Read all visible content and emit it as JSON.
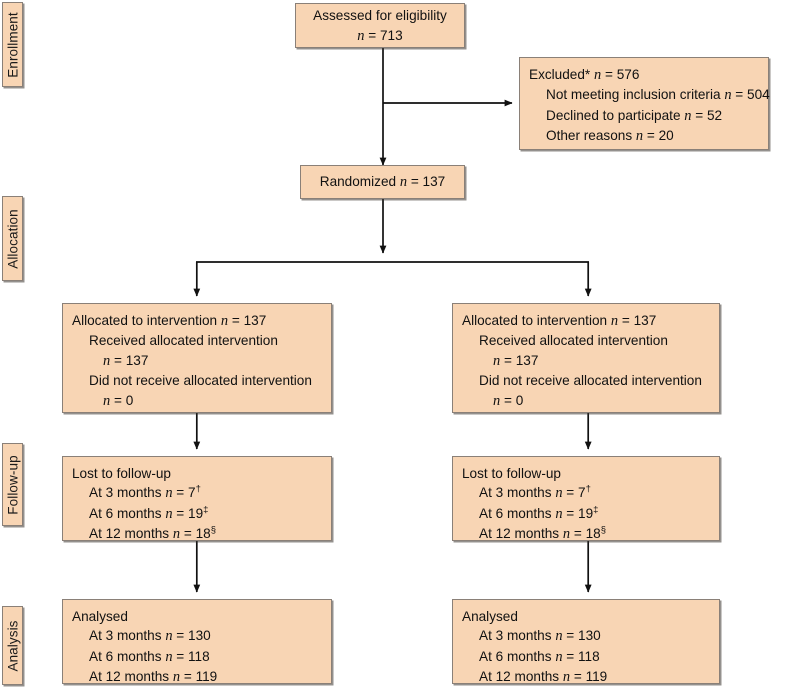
{
  "diagram": {
    "type": "consort-flow-diagram",
    "colors": {
      "box_fill": "#f8d5b4",
      "box_border": "#8a8078",
      "connector": "#111111",
      "text": "#111111",
      "background": "#ffffff"
    }
  },
  "stages": [
    {
      "id": "enrollment",
      "label": "Enrollment"
    },
    {
      "id": "allocation",
      "label": "Allocation"
    },
    {
      "id": "followup",
      "label": "Follow-up"
    },
    {
      "id": "analysis",
      "label": "Analysis"
    }
  ],
  "nodes": {
    "assessed": {
      "lines": [
        {
          "text": "Assessed for eligibility",
          "indent": 0,
          "align": "center"
        },
        {
          "text": "n = 713",
          "indent": 0,
          "align": "center",
          "italic_n": true
        }
      ]
    },
    "excluded": {
      "lines": [
        {
          "text": "Excluded* n = 576",
          "indent": 0,
          "align": "left",
          "italic_n": true
        },
        {
          "text": "Not meeting inclusion criteria n = 504",
          "indent": 1,
          "align": "left",
          "italic_n": true
        },
        {
          "text": "Declined to participate n = 52",
          "indent": 1,
          "align": "left",
          "italic_n": true
        },
        {
          "text": "Other reasons n = 20",
          "indent": 1,
          "align": "left",
          "italic_n": true
        }
      ]
    },
    "randomized": {
      "lines": [
        {
          "text": "Randomized n = 137",
          "indent": 0,
          "align": "center",
          "italic_n": true
        }
      ]
    },
    "allocated_left": {
      "lines": [
        {
          "text": "Allocated to intervention n = 137",
          "indent": 0,
          "align": "left",
          "italic_n": true
        },
        {
          "text": "Received allocated intervention",
          "indent": 1,
          "align": "left"
        },
        {
          "text": "n = 137",
          "indent": 2,
          "align": "left",
          "italic_n": true
        },
        {
          "text": "Did not receive allocated intervention",
          "indent": 1,
          "align": "left"
        },
        {
          "text": "n = 0",
          "indent": 2,
          "align": "left",
          "italic_n": true
        }
      ]
    },
    "allocated_right": {
      "lines": [
        {
          "text": "Allocated to intervention n = 137",
          "indent": 0,
          "align": "left",
          "italic_n": true
        },
        {
          "text": "Received allocated intervention",
          "indent": 1,
          "align": "left"
        },
        {
          "text": "n = 137",
          "indent": 2,
          "align": "left",
          "italic_n": true
        },
        {
          "text": "Did not receive allocated intervention",
          "indent": 1,
          "align": "left"
        },
        {
          "text": "n = 0",
          "indent": 2,
          "align": "left",
          "italic_n": true
        }
      ]
    },
    "lost_left": {
      "lines": [
        {
          "text": "Lost to follow-up",
          "indent": 0,
          "align": "left"
        },
        {
          "text": "At 3 months n = 7",
          "indent": 1,
          "align": "left",
          "italic_n": true,
          "sup": "†"
        },
        {
          "text": "At 6 months n = 19",
          "indent": 1,
          "align": "left",
          "italic_n": true,
          "sup": "‡"
        },
        {
          "text": "At 12 months n = 18",
          "indent": 1,
          "align": "left",
          "italic_n": true,
          "sup": "§"
        }
      ]
    },
    "lost_right": {
      "lines": [
        {
          "text": "Lost to follow-up",
          "indent": 0,
          "align": "left"
        },
        {
          "text": "At 3 months n = 7",
          "indent": 1,
          "align": "left",
          "italic_n": true,
          "sup": "†"
        },
        {
          "text": "At 6 months n = 19",
          "indent": 1,
          "align": "left",
          "italic_n": true,
          "sup": "‡"
        },
        {
          "text": "At 12 months n = 18",
          "indent": 1,
          "align": "left",
          "italic_n": true,
          "sup": "§"
        }
      ]
    },
    "analysed_left": {
      "lines": [
        {
          "text": "Analysed",
          "indent": 0,
          "align": "left"
        },
        {
          "text": "At 3 months n = 130",
          "indent": 1,
          "align": "left",
          "italic_n": true
        },
        {
          "text": "At 6 months n = 118",
          "indent": 1,
          "align": "left",
          "italic_n": true
        },
        {
          "text": "At 12 months n = 119",
          "indent": 1,
          "align": "left",
          "italic_n": true
        }
      ]
    },
    "analysed_right": {
      "lines": [
        {
          "text": "Analysed",
          "indent": 0,
          "align": "left"
        },
        {
          "text": "At 3 months n = 130",
          "indent": 1,
          "align": "left",
          "italic_n": true
        },
        {
          "text": "At 6 months n = 118",
          "indent": 1,
          "align": "left",
          "italic_n": true
        },
        {
          "text": "At 12 months n = 119",
          "indent": 1,
          "align": "left",
          "italic_n": true
        }
      ]
    }
  }
}
